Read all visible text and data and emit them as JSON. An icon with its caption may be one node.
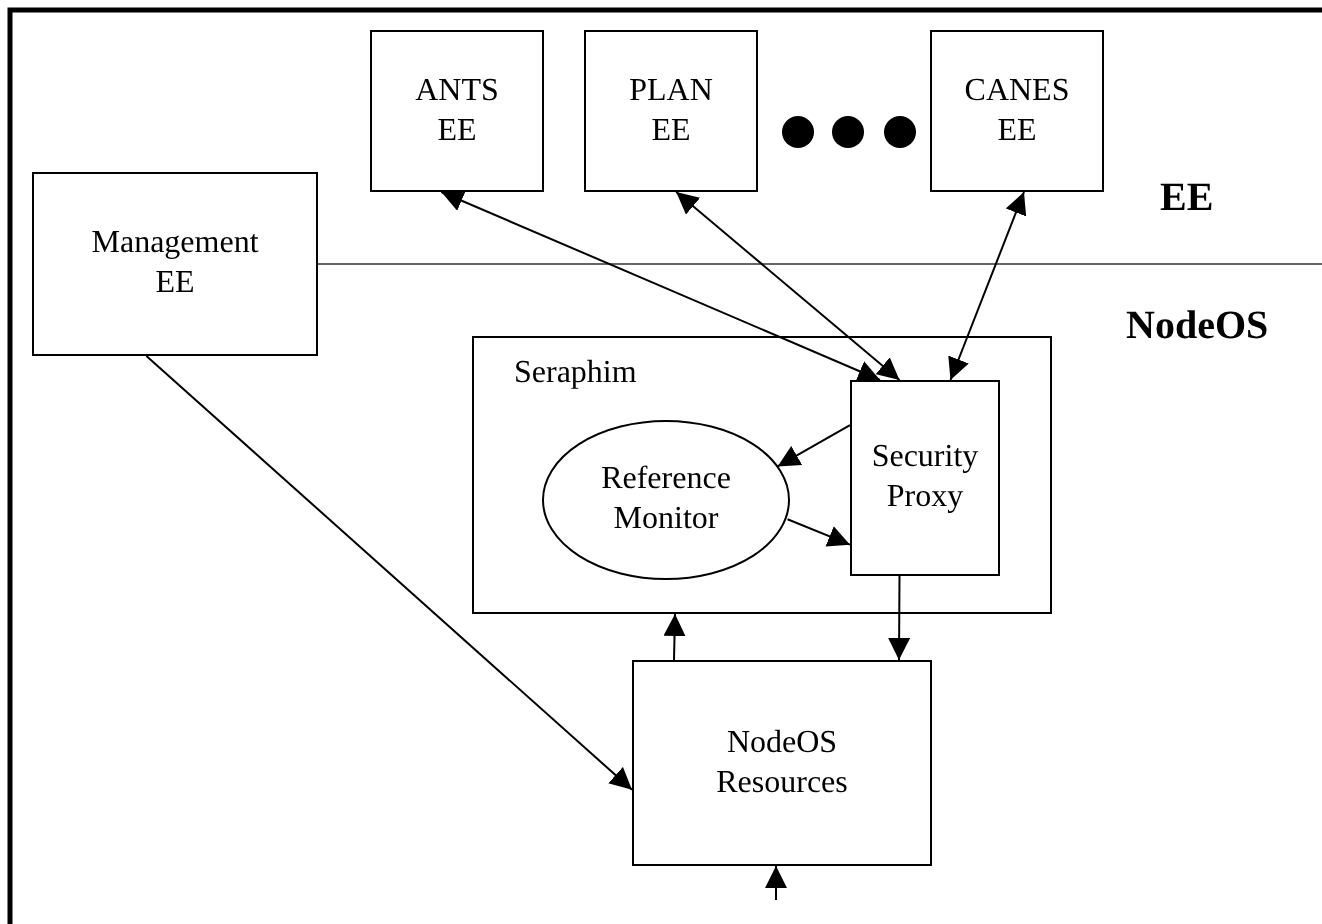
{
  "diagram": {
    "nodes": [
      {
        "text": [
          "ANTS EE"
        ]
      },
      {
        "text": [
          "PLAN EE"
        ]
      },
      {
        "text": [
          "CANES EE"
        ]
      },
      {
        "text": [
          "Management EE"
        ]
      },
      {
        "text": [
          "Seraphim"
        ]
      },
      {
        "text": [
          "Reference Monitor"
        ],
        "in": 4
      },
      {
        "text": [
          "Security Proxy"
        ],
        "in": 4
      },
      {
        "text": [
          "NodeOS Resources"
        ]
      }
    ],
    "edges": [
      {
        "from": 0,
        "to": 6,
        "arrow": "both"
      },
      {
        "from": 1,
        "to": 6,
        "arrow": "both"
      },
      {
        "from": 2,
        "to": 6,
        "arrow": "both"
      },
      {
        "from": 6,
        "to": 5,
        "arrow": "to"
      },
      {
        "from": 5,
        "to": 6,
        "arrow": "to"
      },
      {
        "from": 6,
        "to": 7,
        "arrow": "to"
      },
      {
        "from": 7,
        "to": 4,
        "arrow": "to"
      },
      {
        "from": 3,
        "to": 7,
        "arrow": "to"
      },
      {
        "from": null,
        "to": 7,
        "arrow": "to"
      }
    ],
    "labels": [
      "EE",
      "NodeOS"
    ]
  }
}
